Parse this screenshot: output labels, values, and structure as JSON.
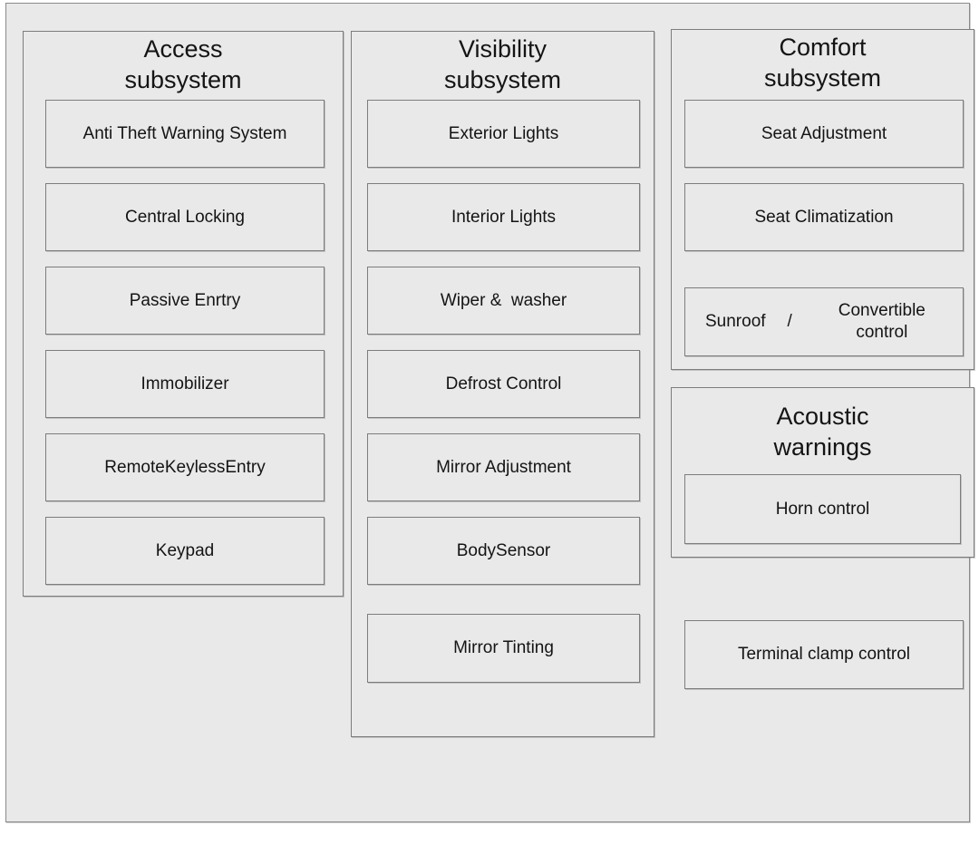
{
  "palette": {
    "canvas": "#ffffff",
    "panel_fill": "#e9e9e9",
    "border": "#7d7d7d",
    "text": "#141414"
  },
  "diagram": {
    "access": {
      "title_line1": "Access",
      "title_line2": "subsystem",
      "items": [
        "Anti Theft Warning System",
        "Central Locking",
        "Passive Enrtry",
        "Immobilizer",
        "RemoteKeylessEntry",
        "Keypad"
      ]
    },
    "visibility": {
      "title_line1": "Visibility",
      "title_line2": "subsystem",
      "items": [
        "Exterior Lights",
        "Interior Lights",
        "Wiper &  washer",
        "Defrost Control",
        "Mirror Adjustment",
        "BodySensor",
        "Mirror Tinting"
      ]
    },
    "comfort": {
      "title_line1": "Comfort",
      "title_line2": "subsystem",
      "items": [
        "Seat Adjustment",
        "Seat Climatization"
      ],
      "sunroof": {
        "left": "Sunroof",
        "sep": "/",
        "right": "Convertible control"
      }
    },
    "acoustic": {
      "title_line1": "Acoustic",
      "title_line2": "warnings",
      "items": [
        "Horn control"
      ]
    },
    "standalone": {
      "label": "Terminal clamp control"
    }
  }
}
